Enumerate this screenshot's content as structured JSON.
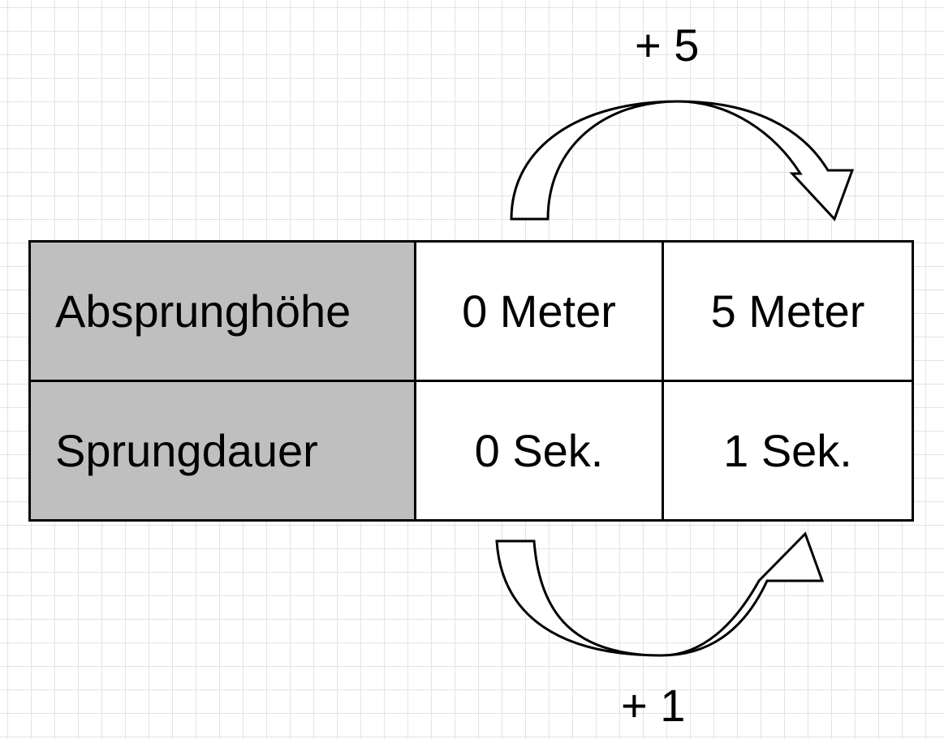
{
  "steps": {
    "top": "+ 5",
    "bottom": "+ 1"
  },
  "table": {
    "rows": [
      {
        "header": "Absprunghöhe",
        "values": [
          "0 Meter",
          "5 Meter"
        ]
      },
      {
        "header": "Sprungdauer",
        "values": [
          "0 Sek.",
          "1 Sek."
        ]
      }
    ]
  },
  "colors": {
    "header_fill": "#c0bfbf",
    "grid_line": "#e3e3e3",
    "border": "#000000"
  },
  "icons": {
    "top_arrow": "curved-arrow-right",
    "bottom_arrow": "curved-arrow-right"
  }
}
